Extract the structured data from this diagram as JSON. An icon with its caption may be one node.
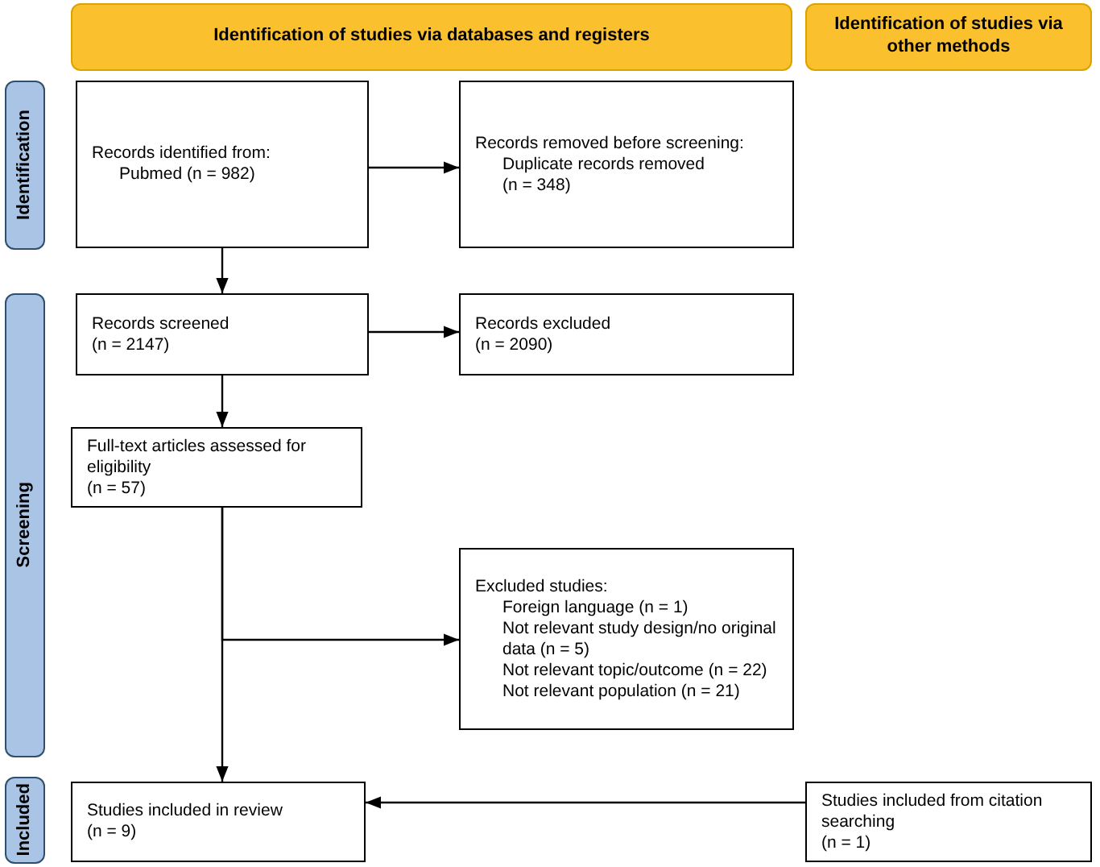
{
  "diagram": {
    "nodes": [
      {
        "text": [
          "Identification of studies via databases and registers"
        ]
      },
      {
        "text": [
          "Identification of studies via other methods"
        ]
      },
      {
        "text": [
          "Identification"
        ]
      },
      {
        "text": [
          "Screening"
        ]
      },
      {
        "text": [
          "Included"
        ]
      },
      {
        "text": [
          "Records identified from:",
          "Pubmed (n = 982)"
        ]
      },
      {
        "text": [
          "Records removed before screening:",
          "Duplicate records removed",
          "(n = 348)"
        ]
      },
      {
        "text": [
          "Records screened",
          "(n = 2147)"
        ]
      },
      {
        "text": [
          "Records excluded",
          "(n = 2090)"
        ]
      },
      {
        "text": [
          "Full-text articles assessed for eligibility",
          "(n = 57)"
        ]
      },
      {
        "text": [
          "Excluded studies:",
          "Foreign language (n = 1)",
          "Not relevant study design/no original data (n = 5)",
          "Not relevant topic/outcome (n = 22)",
          "Not relevant population (n = 21)"
        ]
      },
      {
        "text": [
          "Studies included in review",
          "(n = 9)"
        ]
      },
      {
        "text": [
          "Studies included from citation searching",
          "(n = 1)"
        ]
      }
    ],
    "edges": [
      {
        "from": 5,
        "to": 6,
        "arrow": "to"
      },
      {
        "from": 5,
        "to": 7,
        "arrow": "to"
      },
      {
        "from": 7,
        "to": 8,
        "arrow": "to"
      },
      {
        "from": 7,
        "to": 9,
        "arrow": "to"
      },
      {
        "from": 9,
        "to": 11,
        "arrow": "to"
      },
      {
        "from": 9,
        "to": 10,
        "arrow": "to"
      },
      {
        "from": 12,
        "to": 11,
        "arrow": "to"
      }
    ]
  }
}
